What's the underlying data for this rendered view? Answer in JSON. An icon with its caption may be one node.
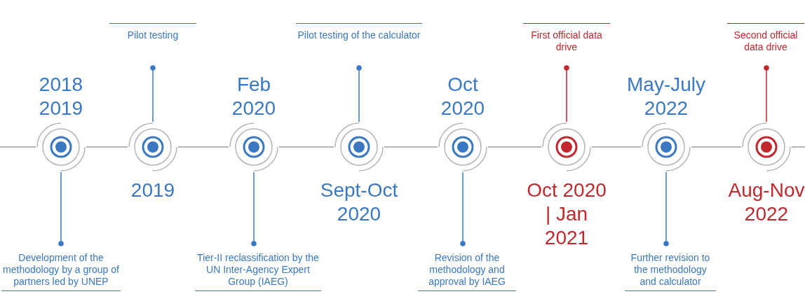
{
  "diagram": {
    "nodes": [
      {
        "text": [],
        "shape": "circle",
        "beside": [
          "2018 2019"
        ]
      },
      {
        "text": [
          "Development of the methodology by a group of partners led by UNEP"
        ]
      },
      {
        "text": [],
        "shape": "circle",
        "beside": [
          "2019"
        ]
      },
      {
        "text": [
          "Pilot testing"
        ]
      },
      {
        "text": [],
        "shape": "circle",
        "beside": [
          "Feb 2020"
        ]
      },
      {
        "text": [
          "Tier-II reclassification by the UN Inter-Agency Expert Group (IAEG)"
        ]
      },
      {
        "text": [],
        "shape": "circle",
        "beside": [
          "Sept-Oct 2020"
        ]
      },
      {
        "text": [
          "Pilot testing of the calculator"
        ]
      },
      {
        "text": [],
        "shape": "circle",
        "beside": [
          "Oct 2020"
        ]
      },
      {
        "text": [
          "Revision of the methodology and approval by IAEG"
        ]
      },
      {
        "text": [],
        "shape": "circle",
        "beside": [
          "Oct 2020 | Jan 2021"
        ]
      },
      {
        "text": [
          "First official data drive"
        ]
      },
      {
        "text": [],
        "shape": "circle",
        "beside": [
          "May-July 2022"
        ]
      },
      {
        "text": [
          "Further revision to the methodology and calculator"
        ]
      },
      {
        "text": [],
        "shape": "circle",
        "beside": [
          "Aug-Nov 2022"
        ]
      },
      {
        "text": [
          "Second official data drive"
        ]
      }
    ],
    "edges": [
      {
        "from": 0,
        "to": 1,
        "arrow": "other",
        "color": "#3a78c2"
      },
      {
        "from": 2,
        "to": 3,
        "arrow": "other",
        "color": "#3a78c2"
      },
      {
        "from": 4,
        "to": 5,
        "arrow": "other",
        "color": "#3a78c2"
      },
      {
        "from": 6,
        "to": 7,
        "arrow": "other",
        "color": "#3a78c2"
      },
      {
        "from": 8,
        "to": 9,
        "arrow": "other",
        "color": "#3a78c2"
      },
      {
        "from": 10,
        "to": 11,
        "arrow": "other",
        "color": "#c0282d"
      },
      {
        "from": 12,
        "to": 13,
        "arrow": "other",
        "color": "#3a78c2"
      },
      {
        "from": 14,
        "to": 15,
        "arrow": "other",
        "color": "#c0282d"
      },
      {
        "from": null,
        "to": 0,
        "arrow": "none"
      },
      {
        "from": 0,
        "to": 2,
        "arrow": "none"
      },
      {
        "from": 2,
        "to": 4,
        "arrow": "none"
      },
      {
        "from": 4,
        "to": 6,
        "arrow": "none"
      },
      {
        "from": 6,
        "to": 8,
        "arrow": "none"
      },
      {
        "from": 8,
        "to": 10,
        "arrow": "none"
      },
      {
        "from": 10,
        "to": 12,
        "arrow": "none"
      },
      {
        "from": 12,
        "to": 14,
        "arrow": "none"
      },
      {
        "from": 14,
        "to": null,
        "arrow": "none"
      }
    ]
  }
}
